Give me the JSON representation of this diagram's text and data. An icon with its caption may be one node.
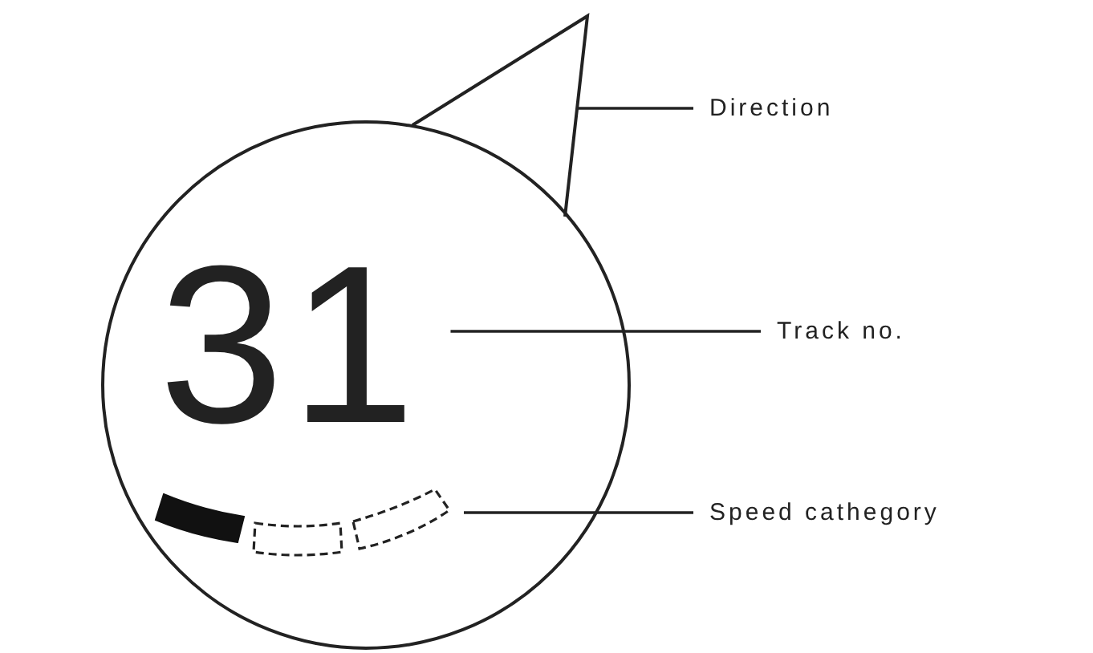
{
  "diagram": {
    "nodes": [
      {
        "text": [],
        "shape": "circle"
      },
      {
        "text": [],
        "shape": "triangle"
      },
      {
        "text": [
          "31"
        ],
        "in": 0
      },
      {
        "text": [],
        "shape": "bar",
        "in": 0
      },
      {
        "text": [
          "Direction"
        ]
      },
      {
        "text": [
          "Track no."
        ]
      },
      {
        "text": [
          "Speed cathegory"
        ]
      }
    ],
    "edges": [
      {
        "from": 4,
        "to": 1,
        "arrow": "none"
      },
      {
        "from": 5,
        "to": 2,
        "arrow": "none"
      },
      {
        "from": 6,
        "to": 3,
        "arrow": "none"
      }
    ]
  }
}
